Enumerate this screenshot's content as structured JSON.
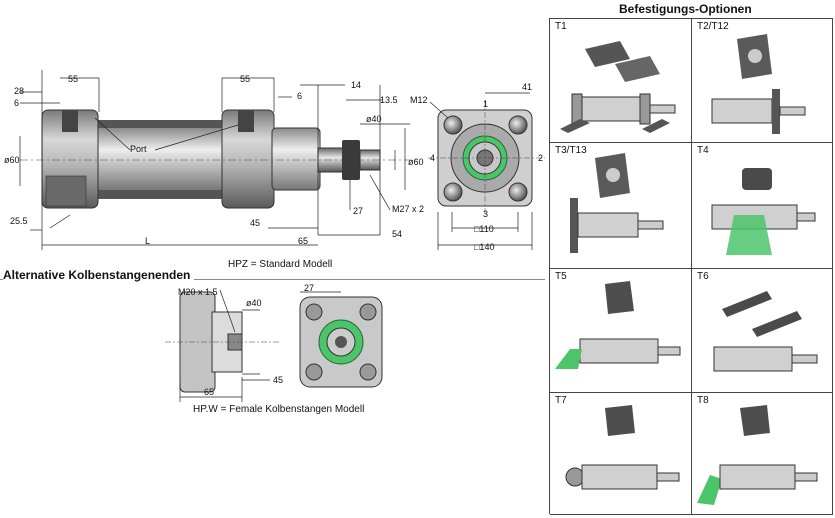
{
  "main_drawing": {
    "dims": {
      "d28": "28",
      "d55a": "55",
      "d6a": "6",
      "d55b": "55",
      "d6b": "6",
      "d14": "14",
      "d13_5": "13.5",
      "d41": "41",
      "dia60a": "ø60",
      "dia40": "ø40",
      "dia60b": "ø60",
      "m27": "M27 x 2",
      "d27": "27",
      "d25_5": "25.5",
      "d45": "45",
      "d65": "65",
      "d54": "54",
      "L": "L",
      "sq110": "□110",
      "sq140": "□140",
      "m12": "M12"
    },
    "port_label": "Port",
    "face_numbers": [
      "1",
      "2",
      "3",
      "4"
    ],
    "caption": "HPZ = Standard Modell"
  },
  "alt": {
    "heading": "Alternative Kolbenstangenenden",
    "dims": {
      "m20": "M20 x 1.5",
      "dia40": "ø40",
      "d27": "27",
      "d45": "45",
      "d65": "65"
    },
    "caption": "HP.W = Female Kolbenstangen Modell"
  },
  "options": {
    "heading": "Befestigungs-Optionen",
    "cells": [
      {
        "label": "T1"
      },
      {
        "label": "T2/T12"
      },
      {
        "label": "T3/T13"
      },
      {
        "label": "T4"
      },
      {
        "label": "T5"
      },
      {
        "label": "T6"
      },
      {
        "label": "T7"
      },
      {
        "label": "T8"
      }
    ],
    "accent_color": "#4cc46a"
  }
}
